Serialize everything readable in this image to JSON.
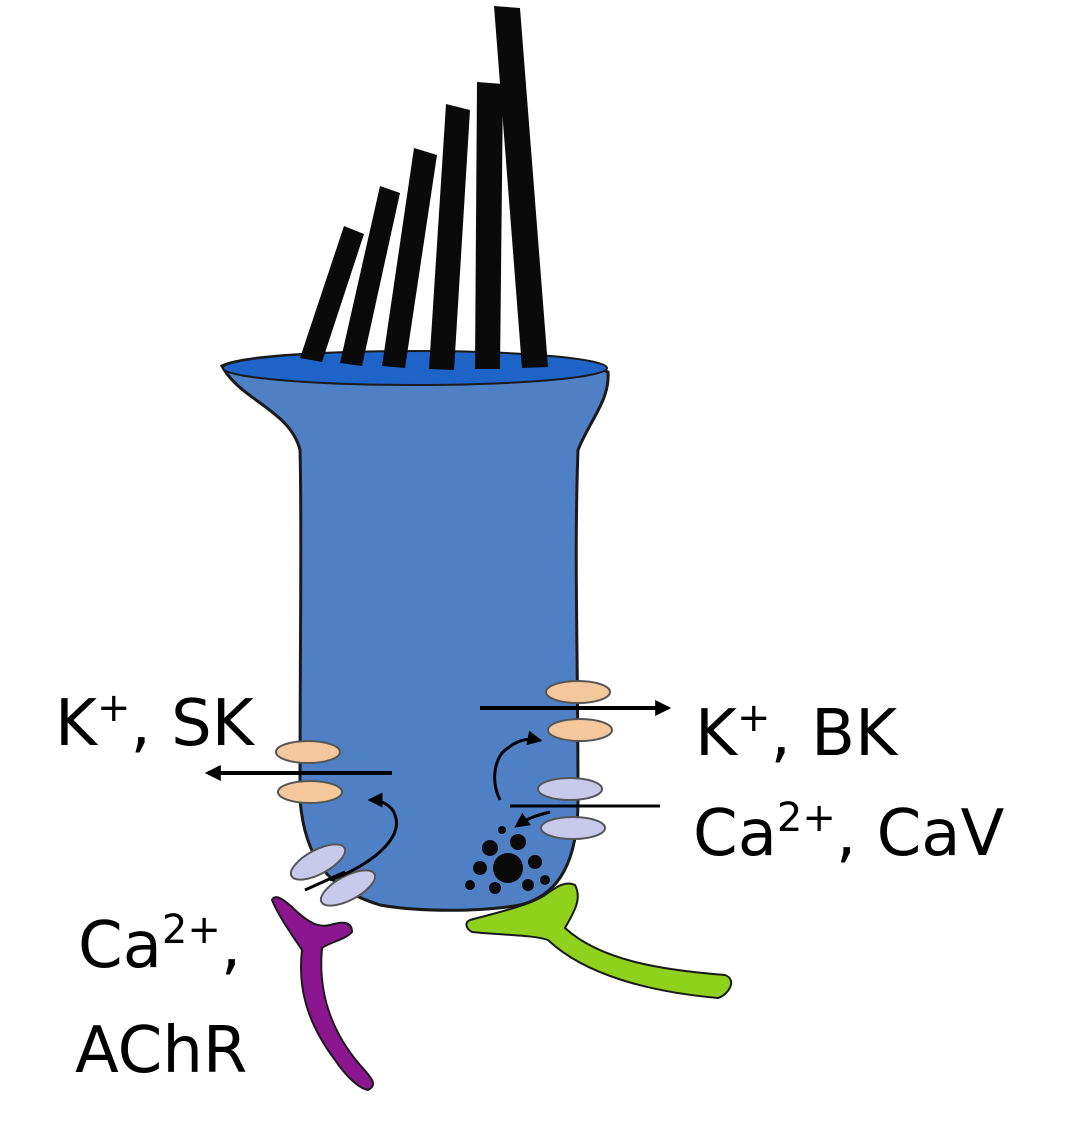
{
  "diagram": {
    "labels": {
      "k_sk": {
        "ion": "K",
        "charge": "+",
        "rest": ", SK"
      },
      "k_bk": {
        "ion": "K",
        "charge": "+",
        "rest": ", BK"
      },
      "ca_cav": {
        "ion": "Ca",
        "charge": "2+",
        "rest": ", CaV"
      },
      "ca_achr": {
        "ion": "Ca",
        "charge": "2+",
        "rest": ",",
        "line2": "AChR"
      }
    },
    "colors": {
      "cell_body": "#4f80c6",
      "cell_top": "#1e63c7",
      "outline": "#1a1a1a",
      "stereocilia": "#0a0a0a",
      "k_channel": "#f4c79c",
      "ca_channel": "#c9c9ec",
      "efferent_terminal": "#8c168f",
      "afferent_terminal": "#8fd11c"
    },
    "elements": [
      "hair-bundle",
      "cell-body",
      "sk-potassium-channel",
      "bk-potassium-channel",
      "cav-calcium-channel",
      "achr-calcium-channel",
      "synaptic-vesicles",
      "efferent-nerve-terminal",
      "afferent-nerve-terminal"
    ]
  }
}
